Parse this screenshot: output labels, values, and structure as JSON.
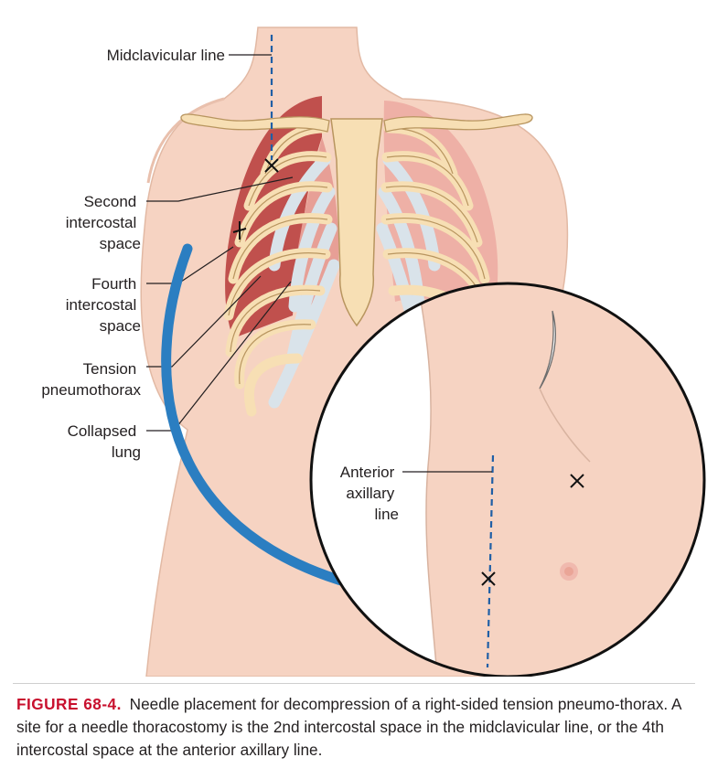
{
  "labels": {
    "midclavicular": "Midclavicular line",
    "second_intercostal": [
      "Second",
      "intercostal",
      "space"
    ],
    "fourth_intercostal": [
      "Fourth",
      "intercostal",
      "space"
    ],
    "tension_pneumothorax": [
      "Tension",
      "pneumothorax"
    ],
    "collapsed_lung": [
      "Collapsed",
      "lung"
    ],
    "anterior_axillary": [
      "Anterior",
      "axillary",
      "line"
    ]
  },
  "caption": {
    "figure_label": "FIGURE 68-4.",
    "text": "Needle placement for decompression of a right-sided tension pneumo-thorax. A site for a needle thoracostomy is the 2nd intercostal space in the midclavicular line, or the 4th intercostal space at the anterior axillary line."
  },
  "colors": {
    "skin": "#f6d3c2",
    "bone": "#f7dfb4",
    "bone_outline": "#b8955f",
    "pneumothorax": "#c0504d",
    "lung": "#eeb0a6",
    "cartilage": "#d9e3ea",
    "arrow": "#2b7ec1",
    "guide_line": "#1f5fa6",
    "caption_label": "#c8102e"
  }
}
